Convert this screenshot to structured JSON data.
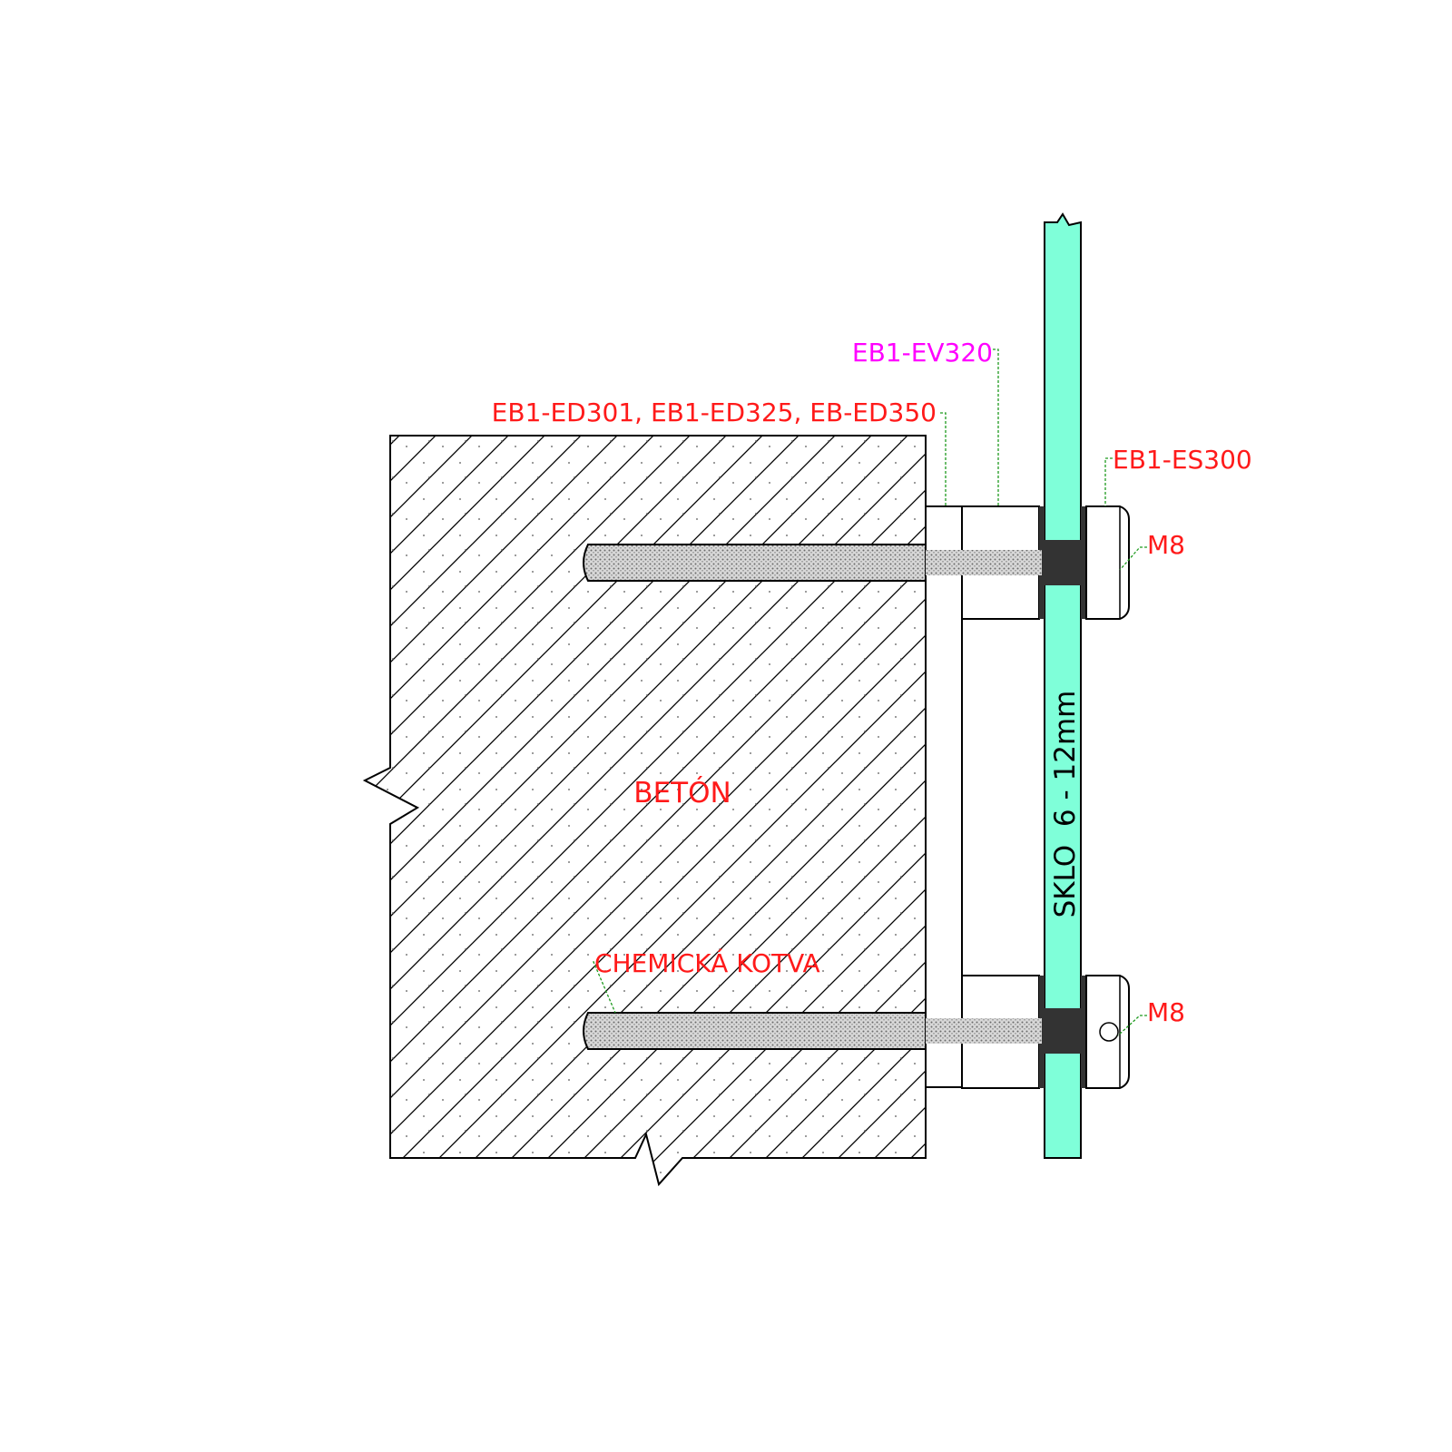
{
  "labels": {
    "spacer_ev": "EB1-EV320",
    "distance_ed": "EB1-ED301, EB1-ED325, EB-ED350",
    "cap_es": "EB1-ES300",
    "bolt_top": "M8",
    "bolt_bottom": "M8",
    "concrete": "BETÓN",
    "chemical_anchor": "CHEMICKÁ KOTVA",
    "glass": "SKLO  6 - 12mm"
  },
  "colors": {
    "label_red": "#ff1a1a",
    "label_magenta": "#ff00ff",
    "leader_green": "#1f9a1f",
    "glass_fill": "#7fffd9",
    "gasket_dark": "#333333",
    "line_black": "#000000"
  }
}
